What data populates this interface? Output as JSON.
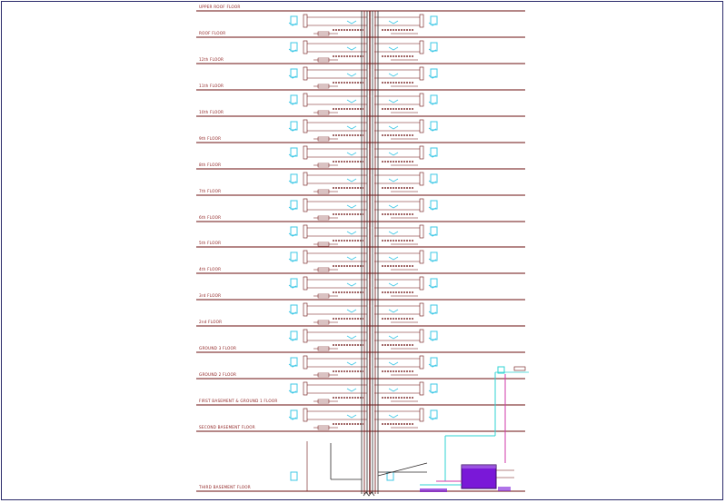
{
  "diagram": {
    "floors": [
      {
        "label": "UPPER ROOF FLOOR"
      },
      {
        "label": "ROOF FLOOR"
      },
      {
        "label": "12th FLOOR"
      },
      {
        "label": "11th FLOOR"
      },
      {
        "label": "10th FLOOR"
      },
      {
        "label": "9th FLOOR"
      },
      {
        "label": "8th FLOOR"
      },
      {
        "label": "7th FLOOR"
      },
      {
        "label": "6th FLOOR"
      },
      {
        "label": "5th FLOOR"
      },
      {
        "label": "4th FLOOR"
      },
      {
        "label": "3rd FLOOR"
      },
      {
        "label": "2nd FLOOR"
      },
      {
        "label": "GROUND 3 FLOOR"
      },
      {
        "label": "GROUND 2 FLOOR"
      },
      {
        "label": "FIRST BASEMENT & GROUND 1 FLOOR"
      },
      {
        "label": "SECOND BASEMENT FLOOR"
      },
      {
        "label": "THIRD BASEMENT FLOOR"
      }
    ],
    "colors": {
      "line": "#6b0f0f",
      "label": "#8b1a1a",
      "fixture": "#3fc8e6",
      "pipe": "#2e2a2a",
      "tank": "#7a18d8",
      "cyan_pipe": "#2fd3d3",
      "magenta_pipe": "#d23aa8",
      "frame": "#2a2a6a"
    }
  }
}
